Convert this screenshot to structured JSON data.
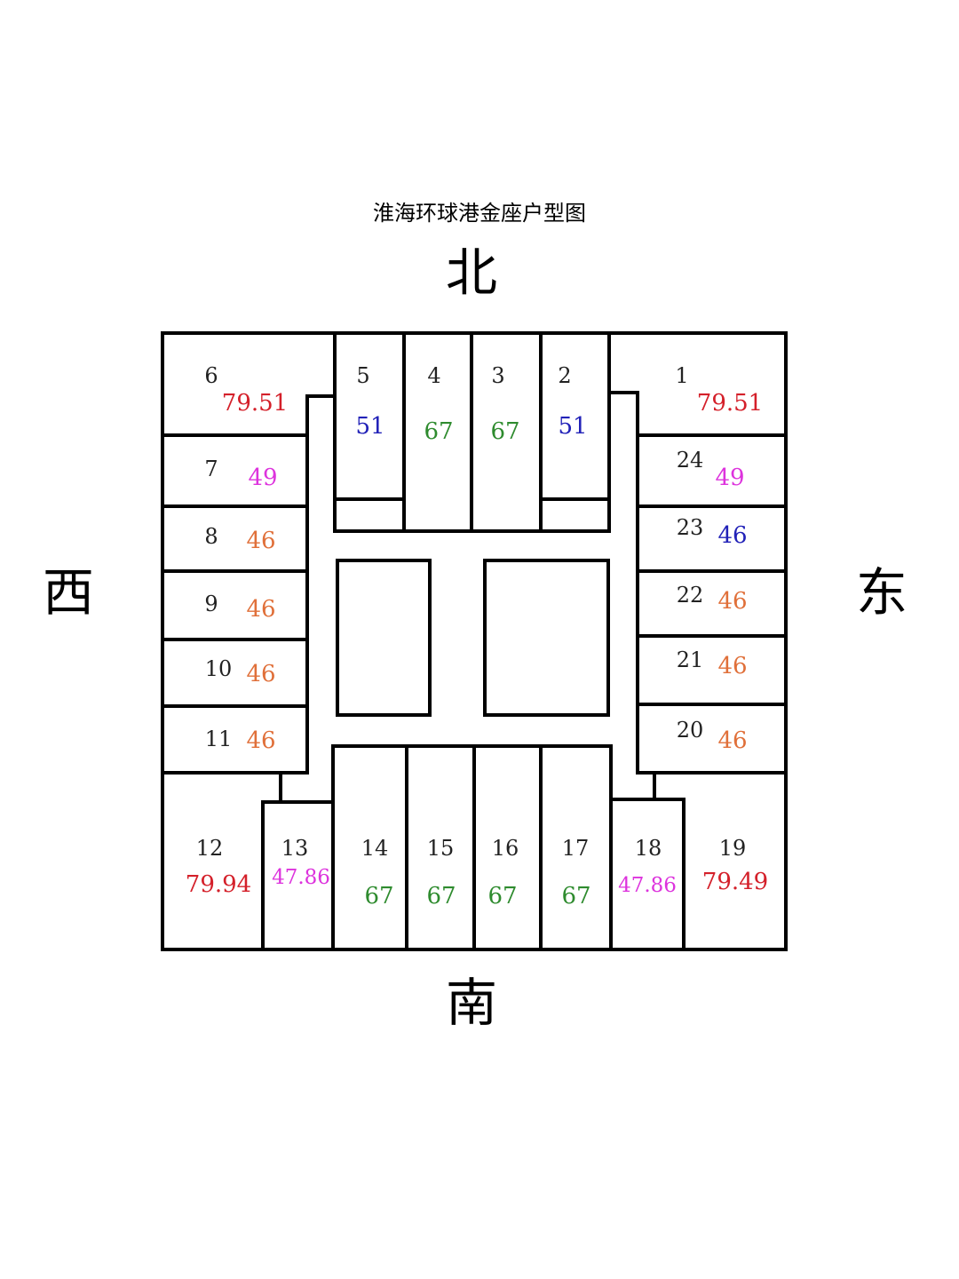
{
  "title": "淮海环球港金座户型图",
  "directions": {
    "north": "北",
    "south": "南",
    "west": "西",
    "east": "东"
  },
  "colors": {
    "red": "#d4202a",
    "blue": "#2222b8",
    "green": "#2e8b2e",
    "magenta": "#dd33dd",
    "orange": "#e0703a",
    "number": "#222222"
  },
  "units": [
    {
      "no": "1",
      "area": "79.51",
      "color": "red"
    },
    {
      "no": "2",
      "area": "51",
      "color": "blue"
    },
    {
      "no": "3",
      "area": "67",
      "color": "green"
    },
    {
      "no": "4",
      "area": "67",
      "color": "green"
    },
    {
      "no": "5",
      "area": "51",
      "color": "blue"
    },
    {
      "no": "6",
      "area": "79.51",
      "color": "red"
    },
    {
      "no": "7",
      "area": "49",
      "color": "magenta"
    },
    {
      "no": "8",
      "area": "46",
      "color": "orange"
    },
    {
      "no": "9",
      "area": "46",
      "color": "orange"
    },
    {
      "no": "10",
      "area": "46",
      "color": "orange"
    },
    {
      "no": "11",
      "area": "46",
      "color": "orange"
    },
    {
      "no": "12",
      "area": "79.94",
      "color": "red"
    },
    {
      "no": "13",
      "area": "47.86",
      "color": "magenta"
    },
    {
      "no": "14",
      "area": "67",
      "color": "green"
    },
    {
      "no": "15",
      "area": "67",
      "color": "green"
    },
    {
      "no": "16",
      "area": "67",
      "color": "green"
    },
    {
      "no": "17",
      "area": "67",
      "color": "green"
    },
    {
      "no": "18",
      "area": "47.86",
      "color": "magenta"
    },
    {
      "no": "19",
      "area": "79.49",
      "color": "red"
    },
    {
      "no": "20",
      "area": "46",
      "color": "orange"
    },
    {
      "no": "21",
      "area": "46",
      "color": "orange"
    },
    {
      "no": "22",
      "area": "46",
      "color": "orange"
    },
    {
      "no": "23",
      "area": "46",
      "color": "blue"
    },
    {
      "no": "24",
      "area": "49",
      "color": "magenta"
    }
  ]
}
